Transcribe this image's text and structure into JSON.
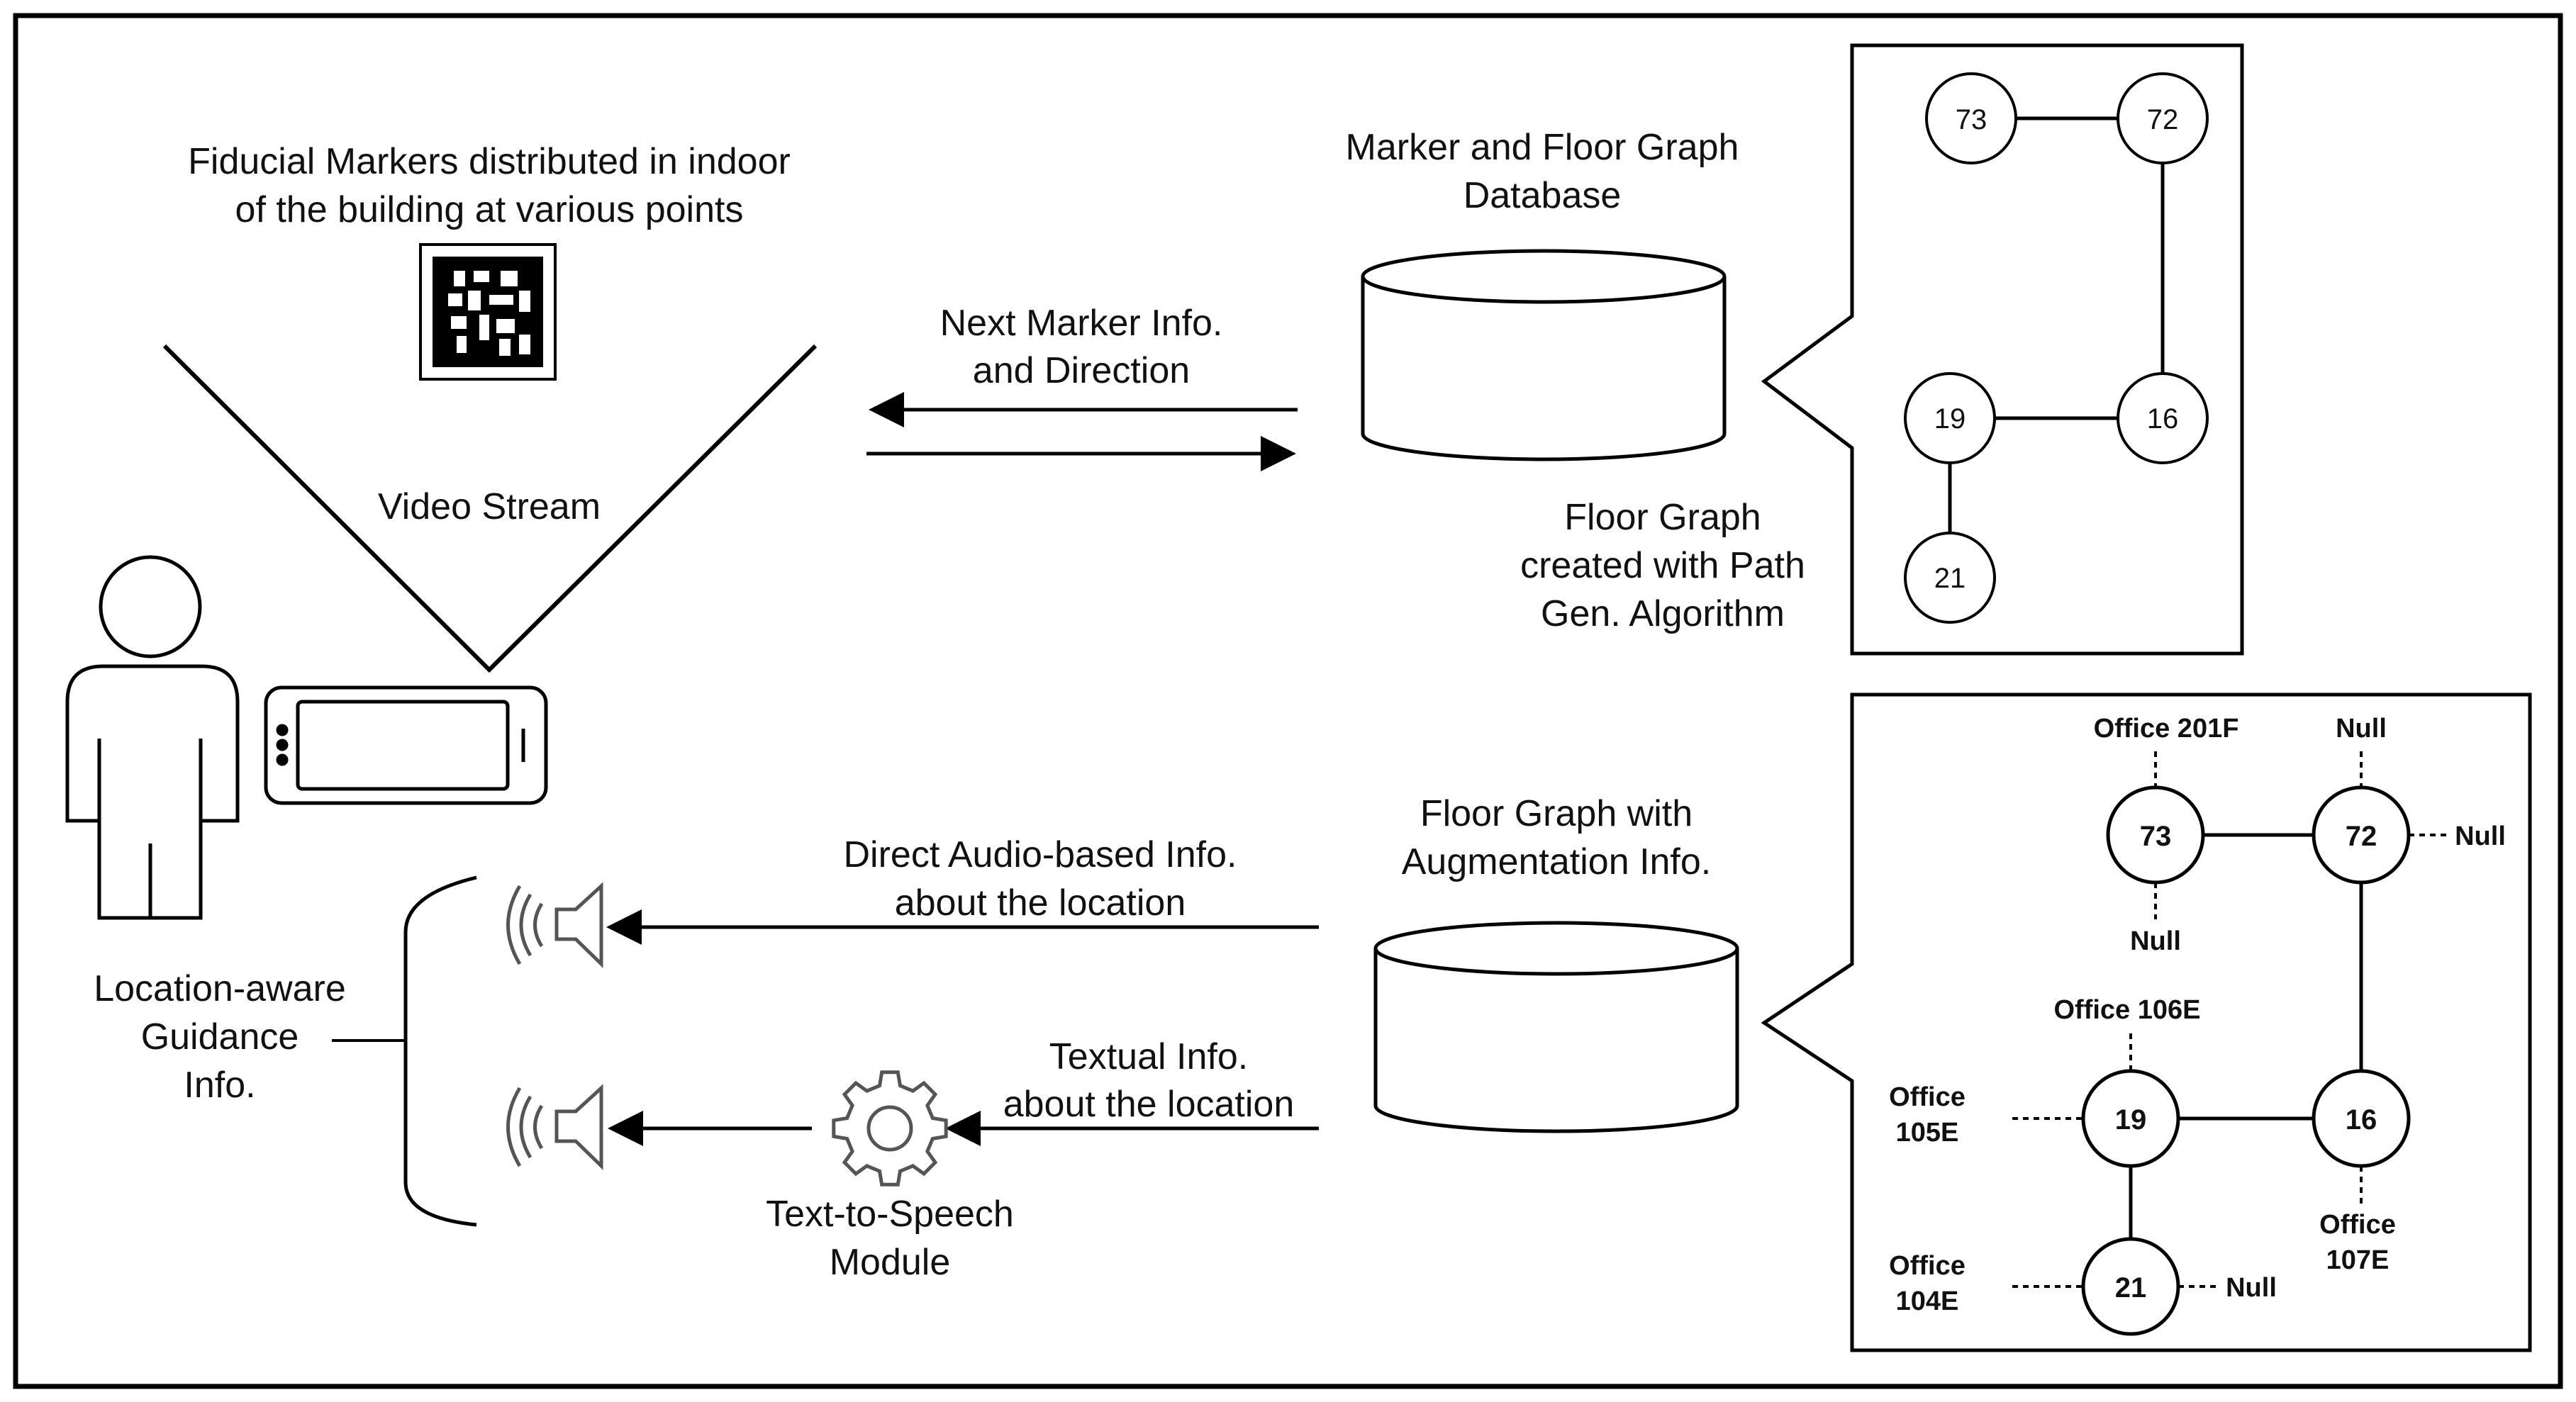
{
  "labels": {
    "fiducial_line1": "Fiducial Markers distributed in indoor",
    "fiducial_line2": "of the building at various points",
    "video_stream": "Video Stream",
    "next_marker_line1": "Next Marker Info.",
    "next_marker_line2": "and Direction",
    "database_line1": "Marker and Floor Graph",
    "database_line2": "Database",
    "floor_graph_line1": "Floor Graph",
    "floor_graph_line2": "created with Path",
    "floor_graph_line3": "Gen. Algorithm",
    "augmented_line1": "Floor Graph with",
    "augmented_line2": "Augmentation Info.",
    "audio_line1": "Direct Audio-based Info.",
    "audio_line2": "about the location",
    "textual_line1": "Textual Info.",
    "textual_line2": "about the location",
    "tts_line1": "Text-to-Speech",
    "tts_line2": "Module",
    "guidance_line1": "Location-aware",
    "guidance_line2": "Guidance",
    "guidance_line3": "Info."
  },
  "graph_top": {
    "nodes": [
      "73",
      "72",
      "19",
      "16",
      "21"
    ]
  },
  "graph_bottom": {
    "nodes": [
      "73",
      "72",
      "19",
      "16",
      "21"
    ],
    "annotations": {
      "office_201f": "Office 201F",
      "null_72_top": "Null",
      "null_72_right": "Null",
      "null_73_bottom": "Null",
      "office_106e": "Office 106E",
      "office_105e_line1": "Office",
      "office_105e_line2": "105E",
      "office_107e_line1": "Office",
      "office_107e_line2": "107E",
      "office_104e_line1": "Office",
      "office_104e_line2": "104E",
      "null_21_right": "Null"
    }
  }
}
